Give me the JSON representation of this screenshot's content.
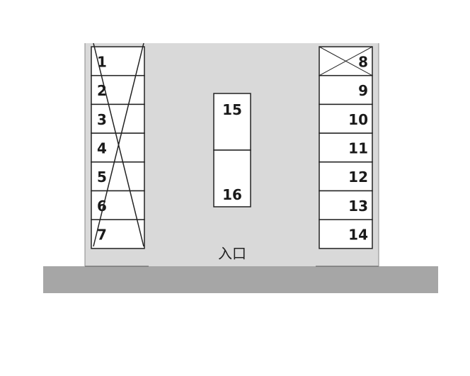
{
  "lot": {
    "entrance_label": "入口",
    "left_column": [
      {
        "number": "1",
        "unavailable": true
      },
      {
        "number": "2",
        "unavailable": true
      },
      {
        "number": "3",
        "unavailable": true
      },
      {
        "number": "4",
        "unavailable": true
      },
      {
        "number": "5",
        "unavailable": true
      },
      {
        "number": "6",
        "unavailable": true
      },
      {
        "number": "7",
        "unavailable": true
      }
    ],
    "right_column": [
      {
        "number": "8",
        "unavailable": true
      },
      {
        "number": "9",
        "unavailable": false
      },
      {
        "number": "10",
        "unavailable": false
      },
      {
        "number": "11",
        "unavailable": false
      },
      {
        "number": "12",
        "unavailable": false
      },
      {
        "number": "13",
        "unavailable": false
      },
      {
        "number": "14",
        "unavailable": false
      }
    ],
    "center_column": [
      {
        "number": "15",
        "unavailable": false
      },
      {
        "number": "16",
        "unavailable": false
      }
    ],
    "colors": {
      "pavement": "#d9d9d9",
      "road": "#a6a6a6",
      "stall_fill": "#ffffff",
      "outline": "#222222"
    }
  }
}
